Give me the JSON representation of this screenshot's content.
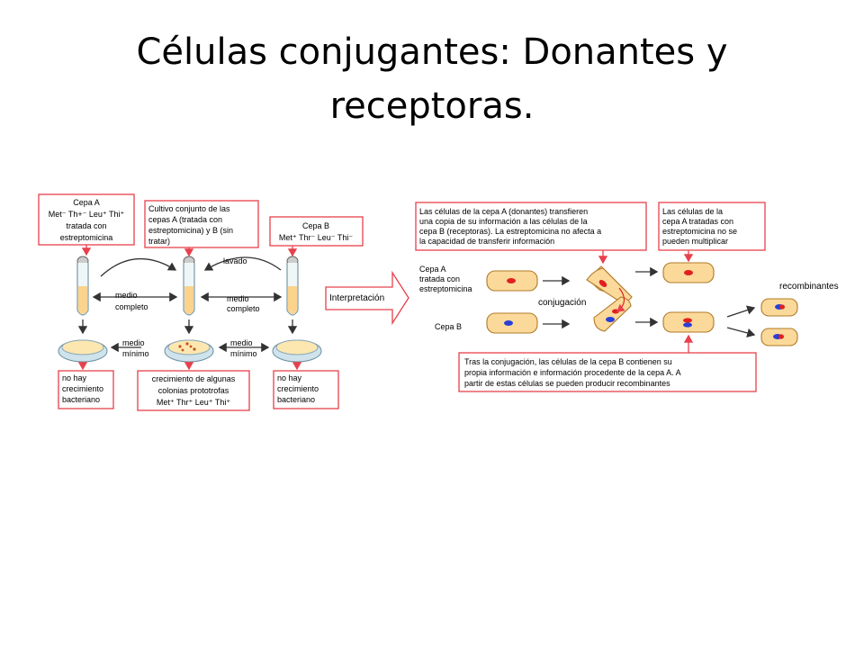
{
  "title": "Células conjugantes: Donantes y receptoras.",
  "experiment": {
    "box_cepa_a": {
      "line1": "Cepa A",
      "line2": "Met⁻ Th+⁻ Leu⁺ Thi⁺",
      "line3": "tratada con",
      "line4": "estreptomicina"
    },
    "box_cultivo": {
      "line1": "Cultivo conjunto de las",
      "line2": "cepas A (tratada con",
      "line3": "estreptomicina) y B (sin",
      "line4": "tratar)"
    },
    "box_cepa_b": {
      "line1": "Cepa B",
      "line2": "Met⁺ Thr⁻ Leu⁻ Thi⁻"
    },
    "lavado": "lavado",
    "medio_completo_left": [
      "medio",
      "completo"
    ],
    "medio_completo_right": [
      "medio",
      "completo"
    ],
    "medio_minimo_left": [
      "medio",
      "mínimo"
    ],
    "medio_minimo_right": [
      "medio",
      "mínimo"
    ],
    "result_left": [
      "no hay",
      "crecimiento",
      "bacteriano"
    ],
    "result_center": [
      "crecimiento de algunas",
      "colonias prototrofas",
      "Met⁺ Thr⁺ Leu⁺ Thi⁺"
    ],
    "result_right": [
      "no hay",
      "crecimiento",
      "bacteriano"
    ]
  },
  "interpretacion_label": "Interpretación",
  "interpretation": {
    "box_donantes": [
      "Las células de la cepa A (donantes) transfieren",
      "una copia de su información a las células de la",
      "cepa B (receptoras). La estreptomicina no afecta a",
      "la capacidad de transferir información"
    ],
    "box_no_multiplica": [
      "Las células de la",
      "cepa A tratadas con",
      "estreptomicina no se",
      "pueden multiplicar"
    ],
    "label_cepa_a": [
      "Cepa A",
      "tratada con",
      "estreptomicina"
    ],
    "label_cepa_b": "Cepa B",
    "conjugacion": "conjugación",
    "recombinantes": "recombinantes",
    "box_tras": [
      "Tras la conjugación, las células de la cepa B contienen su",
      "propia información e información procedente de la cepa A. A",
      "partir de estas células se pueden producir recombinantes"
    ]
  },
  "colors": {
    "border": "#e8404c",
    "cell_fill": "#fbd99a",
    "donor_plasmid": "#e02020",
    "recipient_plasmid": "#2a3fd6",
    "medium": "#fde7b0"
  }
}
